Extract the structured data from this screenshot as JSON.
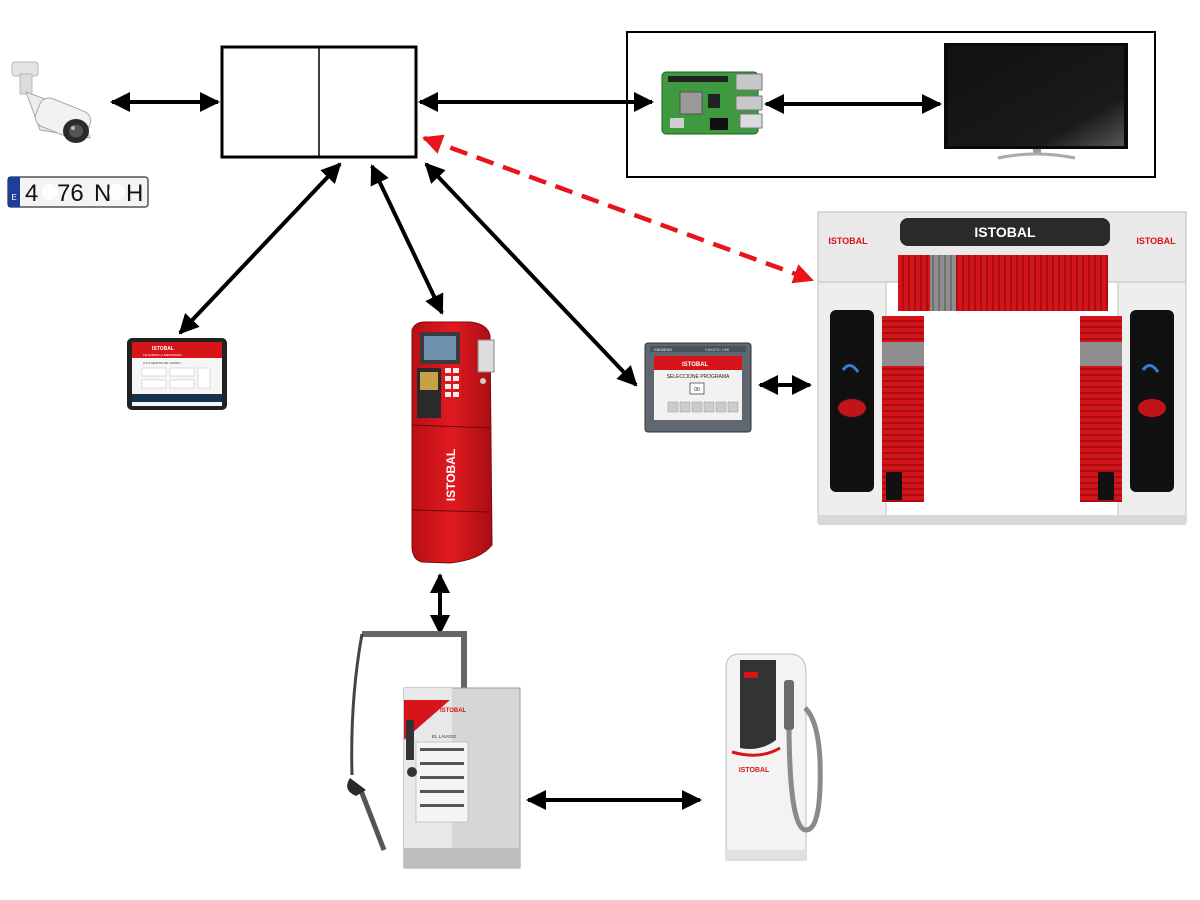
{
  "diagram": {
    "license_plate": {
      "country": "E",
      "text_a": "4",
      "text_b": "76",
      "text_c": "N",
      "text_d": "H"
    },
    "brand": "ISTOBAL",
    "tablet": {
      "title": "TE DAMOS LA BIENVENIDA",
      "subtitle": "A TU CENTRO DE LAVADO"
    },
    "hmi_panel": {
      "maker": "SIEMENS",
      "model": "SIMATIC HMI",
      "prompt": "SELECCIONE PROGRAMA",
      "value": "00"
    },
    "wash_station": {
      "panel_title": "EL LAVADO"
    },
    "colors": {
      "arrow": "#000000",
      "wireless_link": "#e8131b",
      "istobal_red": "#d7141a",
      "brush_grey": "#8a8a8a"
    },
    "icons": [
      "ip-camera-icon",
      "license-plate-icon",
      "raspberry-pi-board-icon",
      "tv-monitor-icon",
      "tablet-icon",
      "payment-terminal-icon",
      "hmi-touch-panel-icon",
      "rollover-car-wash-icon",
      "self-service-wash-station-icon",
      "vacuum-cleaner-icon"
    ]
  }
}
